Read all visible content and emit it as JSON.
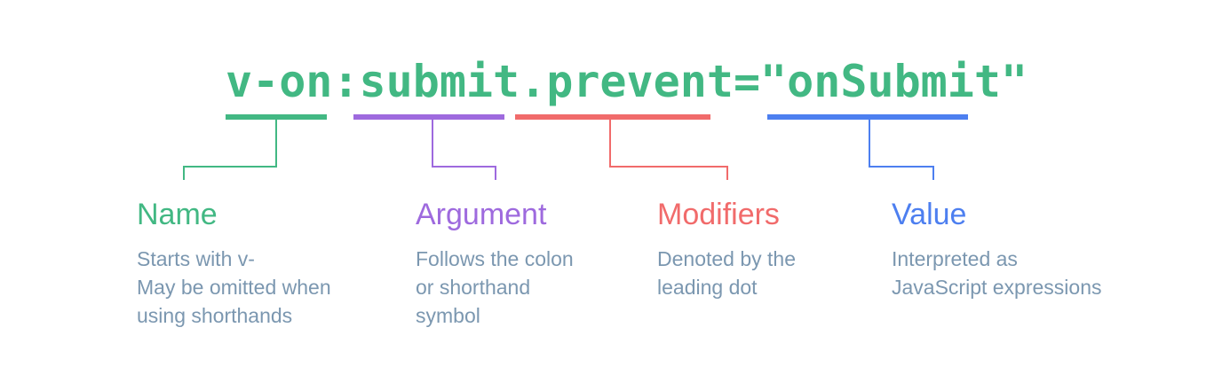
{
  "code": "v-on:submit.prevent=\"onSubmit\"",
  "colors": {
    "name": "#42b883",
    "argument": "#9e6ade",
    "modifiers": "#f16b6b",
    "value": "#4d7ff0",
    "description": "#7b97b0"
  },
  "parts": [
    {
      "key": "name",
      "title": "Name",
      "lines": [
        "Starts with v-",
        "May be omitted when",
        "using shorthands"
      ]
    },
    {
      "key": "argument",
      "title": "Argument",
      "lines": [
        "Follows the colon",
        "or shorthand",
        "symbol"
      ]
    },
    {
      "key": "modifiers",
      "title": "Modifiers",
      "lines": [
        "Denoted by the",
        "leading dot"
      ]
    },
    {
      "key": "value",
      "title": "Value",
      "lines": [
        "Interpreted as",
        "JavaScript expressions"
      ]
    }
  ]
}
